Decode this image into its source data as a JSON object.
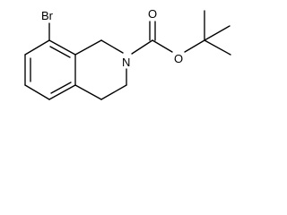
{
  "molecule": {
    "atoms": {
      "bromine": "Br",
      "nitrogen": "N",
      "carbonyl_oxygen": "O",
      "ester_oxygen": "O"
    }
  }
}
